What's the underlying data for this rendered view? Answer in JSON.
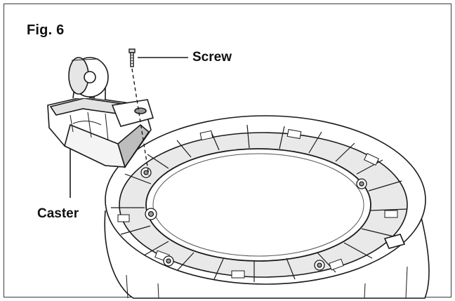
{
  "figure": {
    "title": "Fig. 6"
  },
  "callouts": {
    "screw": "Screw",
    "caster": "Caster"
  },
  "colors": {
    "line": "#1a1a1a",
    "shade": "#cfcfcf",
    "dark": "#8a8a8a"
  }
}
